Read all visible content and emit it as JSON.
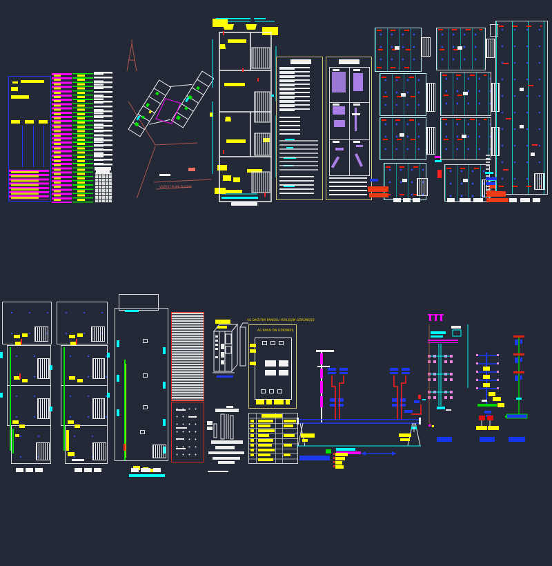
{
  "colors": {
    "background": "#232936",
    "white": "#f2f2f2",
    "yellow": "#ffff00",
    "magenta": "#ff00ff",
    "cyan": "#00ffff",
    "green": "#00e400",
    "red": "#ff2020",
    "blue": "#1d38f0",
    "orange_block": "#ed3b15",
    "violet_detail": "#a97fe6",
    "pink_outlet": "#f383e0",
    "panel_border_tan": "#d6c979",
    "road_red": "#b0554e",
    "brown_line": "#9e5b3a"
  },
  "labels": {
    "site_plan_title": "VAZİYET PLANI Ö:1/200",
    "panel_note_1": "AG DAĞITIM PANOSU YERLEŞİM GÖRÜNÜŞÜ",
    "panel_note_2": "AG PANO ÖN GÖRÜNÜŞ"
  }
}
